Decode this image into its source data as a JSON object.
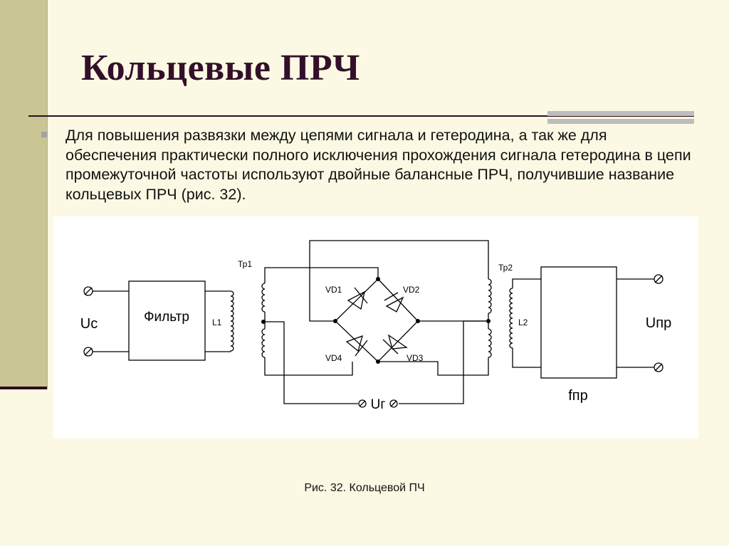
{
  "slide": {
    "title": "Кольцевые ПРЧ",
    "body": "Для повышения развязки между цепями сигнала и гетеродина, а так же для обеспечения практически полного исключения прохождения сигнала гетеродина в цепи промежуточной частоты используют двойные балансные ПРЧ, получившие название кольцевых ПРЧ (рис. 32).",
    "caption": "Рис. 32. Кольцевой ПЧ"
  },
  "diagram": {
    "filter_label": "Фильтр",
    "input_label": "Uc",
    "output_label": "Uпр",
    "output_freq_label": "fпр",
    "heterodyne_label": "Uг",
    "l1_label": "L1",
    "l2_label": "L2",
    "tr1_label": "Тр1",
    "tr2_label": "Тр2",
    "vd1_label": "VD1",
    "vd2_label": "VD2",
    "vd3_label": "VD3",
    "vd4_label": "VD4"
  }
}
